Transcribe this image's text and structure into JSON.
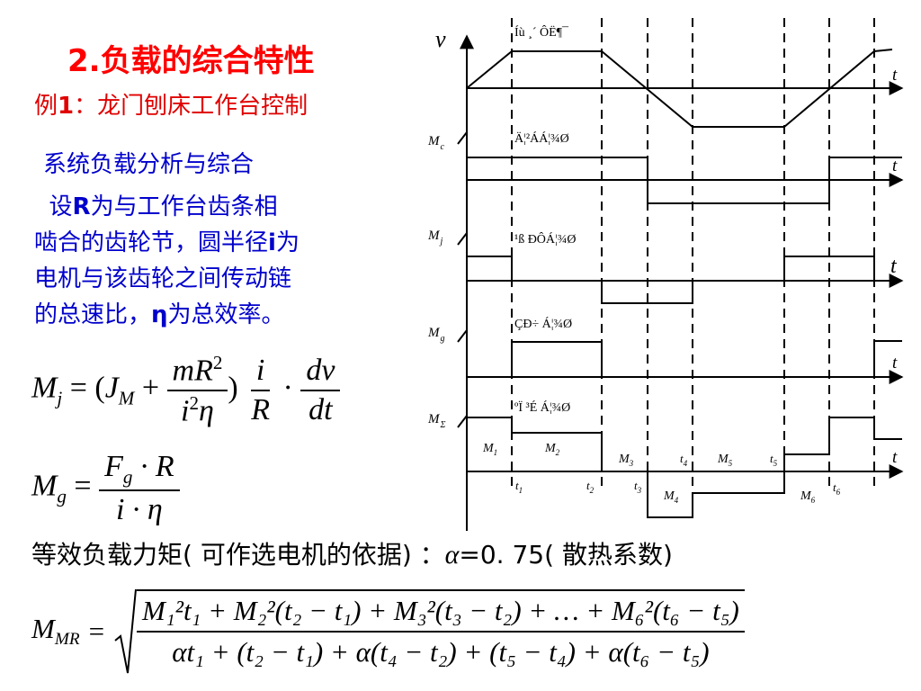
{
  "heading": {
    "number": "2.",
    "title": "负载的综合特性"
  },
  "example": {
    "prefix": "例",
    "number": "1",
    "text": "：龙门刨床工作台控制"
  },
  "section": {
    "text": "系统负载分析与综合"
  },
  "description": {
    "line1_a": "设",
    "line1_R": "R",
    "line1_b": "为与工作台齿条相",
    "line2_a": "啮合的齿轮节，圆半径",
    "line2_i": "i",
    "line2_b": "为",
    "line3": "电机与该齿轮之间传动链",
    "line4_a": "的总速比，",
    "line4_eta": "η",
    "line4_b": "为总效率。"
  },
  "formula_mj": {
    "lhs": "M",
    "lhs_sub": "j",
    "eq": "=",
    "paren_open": "(",
    "J": "J",
    "J_sub": "M",
    "plus": "+",
    "num1": "mR",
    "num1_sup": "2",
    "den1": "i",
    "den1_sup": "2",
    "den1_eta": "η",
    "paren_close": ")",
    "frac2_num": "i",
    "frac2_den": "R",
    "dot": "·",
    "frac3_num": "dv",
    "frac3_den": "dt"
  },
  "formula_mg": {
    "lhs": "M",
    "lhs_sub": "g",
    "eq": "=",
    "num_F": "F",
    "num_sub": "g",
    "num_rest": "· R",
    "den": "i · η"
  },
  "equivalent_caption": {
    "text": "等效负载力矩( 可作选电机的依据) ：",
    "alpha": "α",
    "value": "=0. 75",
    "tail": "( 散热系数)"
  },
  "formula_mmr": {
    "lhs": "M",
    "lhs_sub": "MR",
    "eq": "=",
    "numerator": "M₁²t₁ + M₂²(t₂ − t₁) + M₃²(t₃ − t₂) + … + M₆²(t₆ − t₅)",
    "denominator": "αt₁ + (t₂ − t₁) + α(t₄ − t₂) + (t₅ − t₄) + α(t₆ − t₅)"
  },
  "diagram": {
    "garbled_labels": [
      "Íù ¸´ ÔË¶¯",
      "Ä¦²ÁÁ¦¾Ø",
      "¹ß ÐÔÁ¦¾Ø",
      "ÇÐ÷ Á¦¾Ø",
      "ºÏ ³É Á¦¾Ø"
    ],
    "axes": {
      "v": "v",
      "Mc": "M",
      "Mc_sub": "c",
      "Mj": "M",
      "Mj_sub": "j",
      "Mg": "M",
      "Mg_sub": "g",
      "Msum": "M",
      "Msum_sub": "Σ",
      "t": "t"
    },
    "segment_labels": {
      "M1": "M",
      "M1_sub": "1",
      "M2": "M",
      "M2_sub": "2",
      "M3": "M",
      "M3_sub": "3",
      "M4": "M",
      "M4_sub": "4",
      "M5": "M",
      "M5_sub": "5",
      "M6": "M",
      "M6_sub": "6"
    },
    "time_labels": {
      "t1": "t",
      "t1_sub": "1",
      "t2": "t",
      "t2_sub": "2",
      "t3": "t",
      "t3_sub": "3",
      "t4": "t",
      "t4_sub": "4",
      "t5": "t",
      "t5_sub": "5",
      "t6": "t",
      "t6_sub": "6"
    }
  }
}
